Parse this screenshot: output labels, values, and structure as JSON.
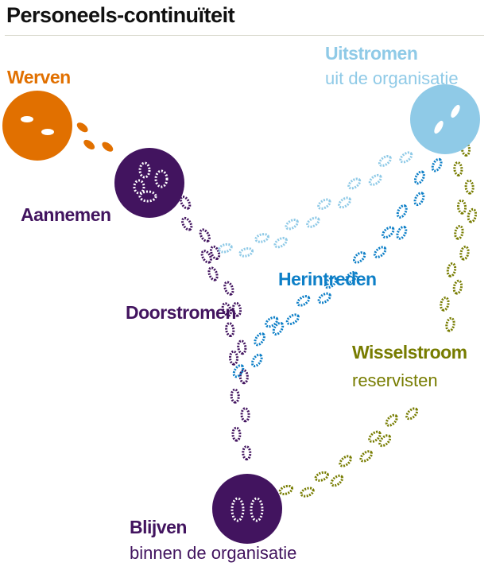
{
  "title": "Personeels-continuïteit",
  "colors": {
    "werven": "#e17000",
    "aannemen": "#42145f",
    "uitstromen": "#8fcae7",
    "herintreden": "#0d7fc7",
    "wisselstroom": "#777c00"
  },
  "stages": {
    "werven": {
      "label": "Werven",
      "icon": "footsteps-icon"
    },
    "aannemen": {
      "label": "Aannemen",
      "icon": "boot-prints-icon"
    },
    "uitstromen": {
      "label": "Uitstromen",
      "sublabel": "uit de organisatie",
      "icon": "footsteps-icon"
    },
    "doorstromen": {
      "label": "Doorstromen"
    },
    "herintreden": {
      "label": "Herintreden"
    },
    "wisselstroom": {
      "label": "Wisselstroom",
      "sublabel": "reservisten"
    },
    "blijven": {
      "label": "Blijven",
      "sublabel": "binnen de organisatie",
      "icon": "boot-prints-icon"
    }
  }
}
